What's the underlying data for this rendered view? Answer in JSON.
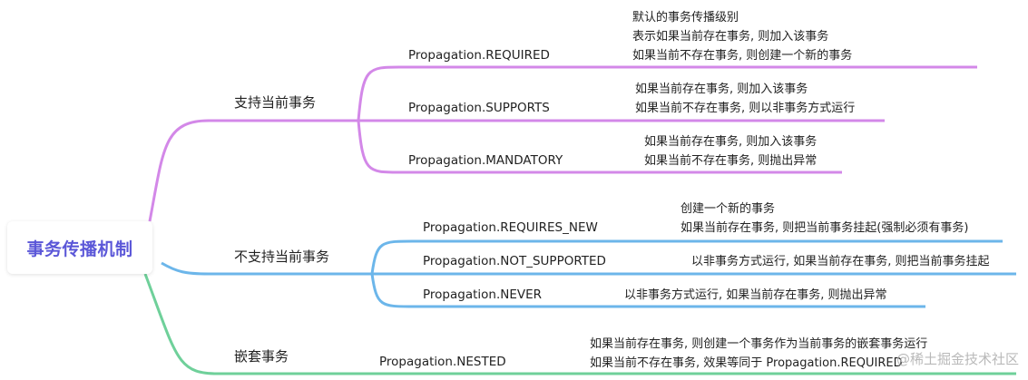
{
  "root": "事务传播机制",
  "colors": {
    "purple": "#d388e8",
    "blue": "#6cb6ea",
    "green": "#6fd09a",
    "root_text": "#5b57d8"
  },
  "branches": [
    {
      "label": "支持当前事务",
      "children": [
        {
          "label": "Propagation.REQUIRED",
          "notes": [
            "默认的事务传播级别",
            "表示如果当前存在事务, 则加入该事务",
            "如果当前不存在事务, 则创建一个新的事务"
          ]
        },
        {
          "label": "Propagation.SUPPORTS",
          "notes": [
            "如果当前存在事务, 则加入该事务",
            "如果当前不存在事务, 则以非事务方式运行"
          ]
        },
        {
          "label": "Propagation.MANDATORY",
          "notes": [
            "如果当前存在事务, 则加入该事务",
            "如果当前不存在事务, 则抛出异常"
          ]
        }
      ]
    },
    {
      "label": "不支持当前事务",
      "children": [
        {
          "label": "Propagation.REQUIRES_NEW",
          "notes": [
            "创建一个新的事务",
            "如果当前存在事务, 则把当前事务挂起(强制必须有事务)"
          ]
        },
        {
          "label": "Propagation.NOT_SUPPORTED",
          "notes": [
            "以非事务方式运行, 如果当前存在事务, 则把当前事务挂起"
          ]
        },
        {
          "label": "Propagation.NEVER",
          "notes": [
            "以非事务方式运行, 如果当前存在事务, 则抛出异常"
          ]
        }
      ]
    },
    {
      "label": "嵌套事务",
      "children": [
        {
          "label": "Propagation.NESTED",
          "notes": [
            "如果当前存在事务, 则创建一个事务作为当前事务的嵌套事务运行",
            "如果当前不存在事务, 效果等同于 Propagation.REQUIRED"
          ]
        }
      ]
    }
  ],
  "watermark": "@稀土掘金技术社区"
}
